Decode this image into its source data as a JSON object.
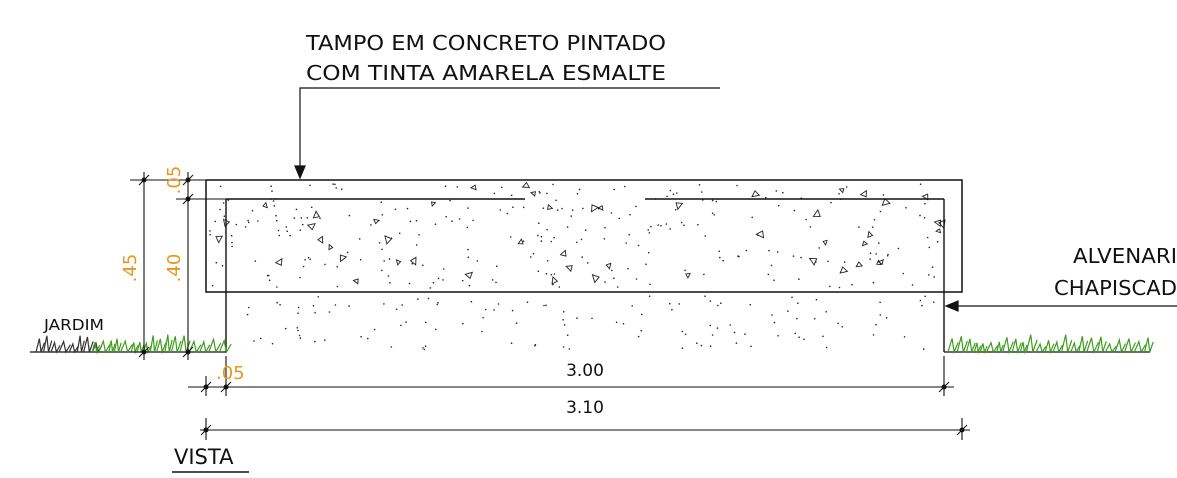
{
  "drawing": {
    "view_title": "VISTA",
    "callout_top": {
      "line1": "TAMPO EM CONCRETO PINTADO",
      "line2": "COM TINTA AMARELA ESMALTE"
    },
    "callout_right": {
      "line1": "ALVENARI",
      "line2": "CHAPISCAD"
    },
    "label_garden": "JARDIM",
    "dimensions": {
      "top_slab": ".05",
      "total_height": ".45",
      "wall_height": ".40",
      "wall_thickness": ".05",
      "inner_length": "3.00",
      "total_length": "3.10"
    },
    "colors": {
      "line": "#111111",
      "dimension_text": "#e8961e",
      "grass": "#3e9e1c",
      "grass_dark": "#333333"
    }
  }
}
